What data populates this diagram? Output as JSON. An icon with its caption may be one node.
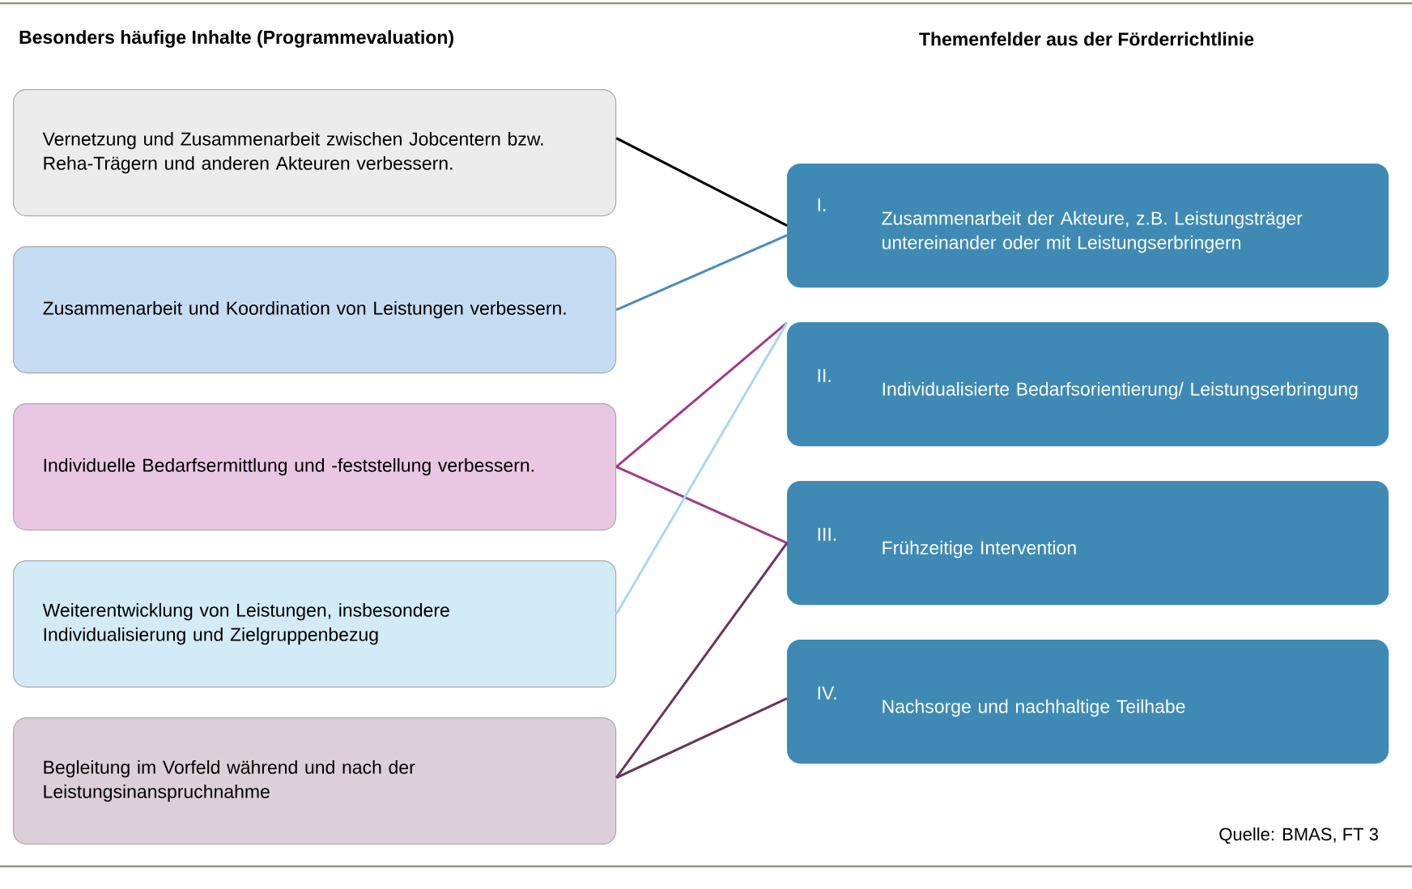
{
  "diagram": {
    "caption": "Quelle: BMAS, FT 3",
    "nodes": [
      {
        "text": [
          "Vernetzung und Zusammenarbeit zwischen Jobcentern bzw. Reha-Trägern und anderen Akteuren verbessern."
        ]
      },
      {
        "text": [
          "Zusammenarbeit und Koordination von Leistungen verbessern."
        ]
      },
      {
        "text": [
          "Individuelle Bedarfsermittlung und -feststellung verbessern."
        ]
      },
      {
        "text": [
          "Weiterentwicklung von Leistungen, insbesondere Individualisierung und Zielgruppenbezug"
        ]
      },
      {
        "text": [
          "Begleitung im Vorfeld während und nach der Leistungsinanspruchnahme"
        ]
      },
      {
        "text": [
          "I.",
          "Zusammenarbeit der Akteure, z.B. Leistungsträger untereinander oder mit Leistungserbringern"
        ]
      },
      {
        "text": [
          "II.",
          "Individualisierte Bedarfsorientierung/ Leistungserbringung"
        ]
      },
      {
        "text": [
          "III.",
          "Frühzeitige Intervention"
        ]
      },
      {
        "text": [
          "IV.",
          "Nachsorge und nachhaltige Teilhabe"
        ]
      }
    ],
    "edges": [
      {
        "from": 0,
        "to": 5,
        "arrow": "none",
        "color": "#000000"
      },
      {
        "from": 1,
        "to": 5,
        "arrow": "none",
        "color": "#4a8bc0"
      },
      {
        "from": 2,
        "to": 6,
        "arrow": "none",
        "color": "#a03a8c"
      },
      {
        "from": 2,
        "to": 7,
        "arrow": "none",
        "color": "#a03a8c"
      },
      {
        "from": 3,
        "to": 6,
        "arrow": "none",
        "color": "#a8d8f0"
      },
      {
        "from": 4,
        "to": 7,
        "arrow": "none",
        "color": "#6b3558"
      },
      {
        "from": 4,
        "to": 8,
        "arrow": "none",
        "color": "#6b3558"
      }
    ],
    "labels": [
      "Besonders häufige Inhalte (Programmevaluation)",
      "Themenfelder aus der Förderrichtlinie"
    ]
  }
}
